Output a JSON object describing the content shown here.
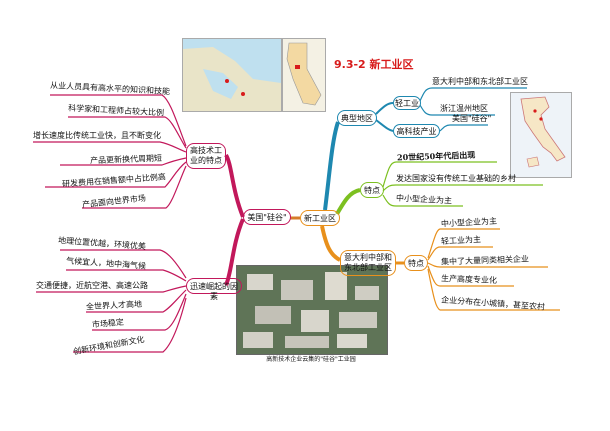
{
  "title": "9.3-2 新工业区",
  "center": "新工业区",
  "left": {
    "main": "美国\"硅谷\"",
    "branch1": {
      "title": "高技术工业的特点",
      "items": [
        "从业人员具有高水平的知识和技能",
        "科学家和工程师占较大比例",
        "增长速度比传统工业快，且不断变化",
        "产品更新换代周期短",
        "研发费用在销售额中占比例高",
        "产品面向世界市场"
      ]
    },
    "branch2": {
      "title": "迅速崛起的因素",
      "items": [
        "地理位置优越，环境优美",
        "气候宜人，地中海气候",
        "交通便捷，近航空港、高速公路",
        "全世界人才高地",
        "市场稳定",
        "创新环境和创新文化"
      ]
    },
    "photo_caption": "高新技术企业云集的\"硅谷\"工业园"
  },
  "right": {
    "typical": {
      "title": "典型地区",
      "light_industry": {
        "label": "轻工业",
        "items": [
          "意大利中部和东北部工业区",
          "浙江温州地区"
        ]
      },
      "hightech": {
        "label": "高科技产业",
        "item": "美国\"硅谷\""
      }
    },
    "features": {
      "title": "特点",
      "items": [
        "20世纪50年代后出现",
        "发达国家没有传统工业基础的乡村",
        "中小型企业为主"
      ]
    },
    "italy": {
      "title": "意大利中部和东北部工业区",
      "sub": "特点",
      "items": [
        "中小型企业为主",
        "轻工业为主",
        "集中了大量同类相关企业",
        "生产高度专业化",
        "企业分布在小城镇，甚至农村"
      ]
    }
  },
  "colors": {
    "pink": "#c2185b",
    "teal": "#1e88b0",
    "green": "#7cc020",
    "orange": "#e8901c",
    "red": "#d81b1b"
  }
}
